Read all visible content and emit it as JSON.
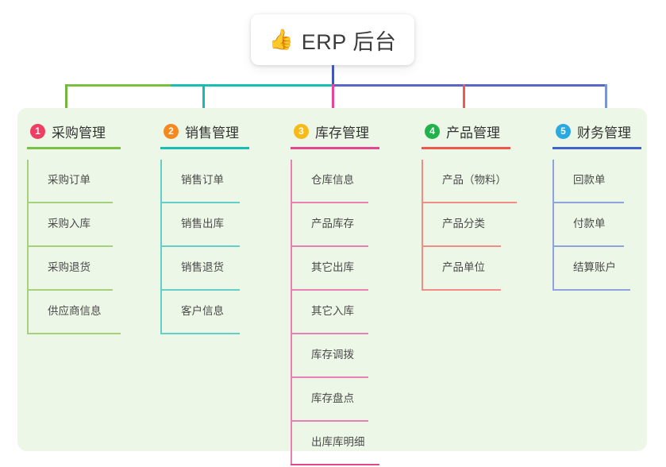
{
  "title": {
    "icon": "thumbs-up-icon",
    "emoji": "👍",
    "text": "ERP 后台"
  },
  "theme": {
    "page_background": "#ffffff",
    "panel_background": "#edf7e7",
    "card_background": "#ffffff",
    "title_color": "#3b3b3b",
    "heading_color": "#333333",
    "item_color": "#4a4a4a",
    "center_connector": "#4355b9"
  },
  "columns": [
    {
      "number": "1",
      "title": "采购管理",
      "badge_color": "#ee3f62",
      "rule_color": "#7ac143",
      "line_color": "#a5d17a",
      "drop_color": "#72b83e",
      "items": [
        "采购订单",
        "采购入库",
        "采购退货",
        "供应商信息"
      ]
    },
    {
      "number": "2",
      "title": "销售管理",
      "badge_color": "#f5881f",
      "rule_color": "#18bfb3",
      "line_color": "#63cfc8",
      "drop_color": "#11bdb1",
      "items": [
        "销售订单",
        "销售出库",
        "销售退货",
        "客户信息"
      ]
    },
    {
      "number": "3",
      "title": "库存管理",
      "badge_color": "#f6bb18",
      "rule_color": "#e4478f",
      "line_color": "#ea7fb3",
      "drop_color": "#e84293",
      "items": [
        "仓库信息",
        "产品库存",
        "其它出库",
        "其它入库",
        "库存调拨",
        "库存盘点",
        "出库库明细"
      ]
    },
    {
      "number": "4",
      "title": "产品管理",
      "badge_color": "#21b24b",
      "rule_color": "#f1564b",
      "line_color": "#f08d84",
      "drop_color": "#ef5a4e",
      "items": [
        "产品（物料）",
        "产品分类",
        "产品单位"
      ]
    },
    {
      "number": "5",
      "title": "财务管理",
      "badge_color": "#29a9e0",
      "rule_color": "#3f62c8",
      "line_color": "#8ea3db",
      "drop_color": "#7c93d6",
      "items": [
        "回款单",
        "付款单",
        "结算账户"
      ]
    }
  ],
  "connectors": {
    "bus_segments": [
      {
        "name": "bus-green",
        "color": "#7ac143"
      },
      {
        "name": "bus-teal",
        "color": "#18bfb3"
      },
      {
        "name": "bus-indigo",
        "color": "#5a67c4"
      }
    ],
    "center_drop_color": "#4355b9",
    "center_stub_color": "#e8459a"
  }
}
